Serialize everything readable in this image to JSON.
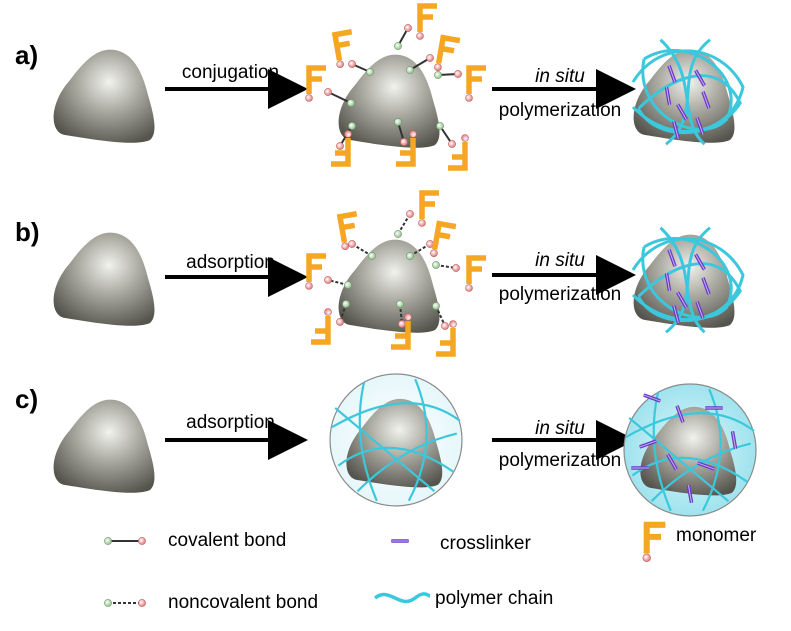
{
  "rows": [
    {
      "label": "a)",
      "step1": "conjugation",
      "step2_top": "in situ",
      "step2_bottom": "polymerization"
    },
    {
      "label": "b)",
      "step1": "adsorption",
      "step2_top": "in situ",
      "step2_bottom": "polymerization"
    },
    {
      "label": "c)",
      "step1": "adsorption",
      "step2_top": "in situ",
      "step2_bottom": "polymerization"
    }
  ],
  "legend": {
    "covalent": "covalent bond",
    "crosslinker": "crosslinker",
    "monomer": "monomer",
    "noncovalent": "noncovalent bond",
    "polymer": "polymer chain"
  },
  "colors": {
    "particle": "#8a8a82",
    "monomer": "#f5a623",
    "polymer": "#3cc8dc",
    "crosslinker": "#6a3cc8",
    "green_bead": "#b8dcb0",
    "pink_bead": "#f0a0a0"
  }
}
